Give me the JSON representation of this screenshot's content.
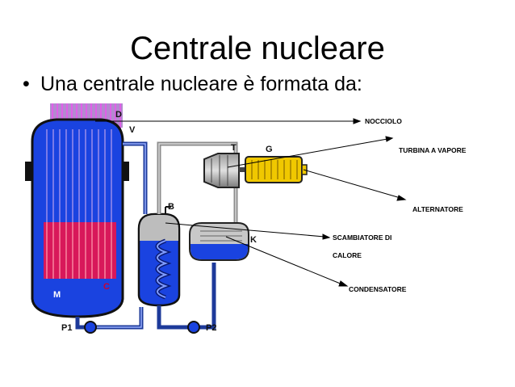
{
  "slide": {
    "title": "Centrale nucleare",
    "bullet": "Una centrale nucleare è formata da:"
  },
  "diagram": {
    "component_letters": [
      "D",
      "V",
      "T",
      "G",
      "B",
      "K",
      "M",
      "C",
      "P1",
      "P2"
    ],
    "labels": {
      "nocciolo": "NOCCIOLO",
      "turbina": "TURBINA A VAPORE",
      "alternatore": "ALTERNATORE",
      "scambiatore_line1": "SCAMBIATORE DI",
      "scambiatore_line2": "CALORE",
      "condensatore": "CONDENSATORE"
    },
    "colors": {
      "reactor_body": "#1a43e0",
      "core_rods": "#d8185a",
      "control_rods": "#c77ad6",
      "pipe_blue": "#1d3a9a",
      "pipe_grey": "#8c8c8c",
      "generator": "#f0c800"
    }
  }
}
